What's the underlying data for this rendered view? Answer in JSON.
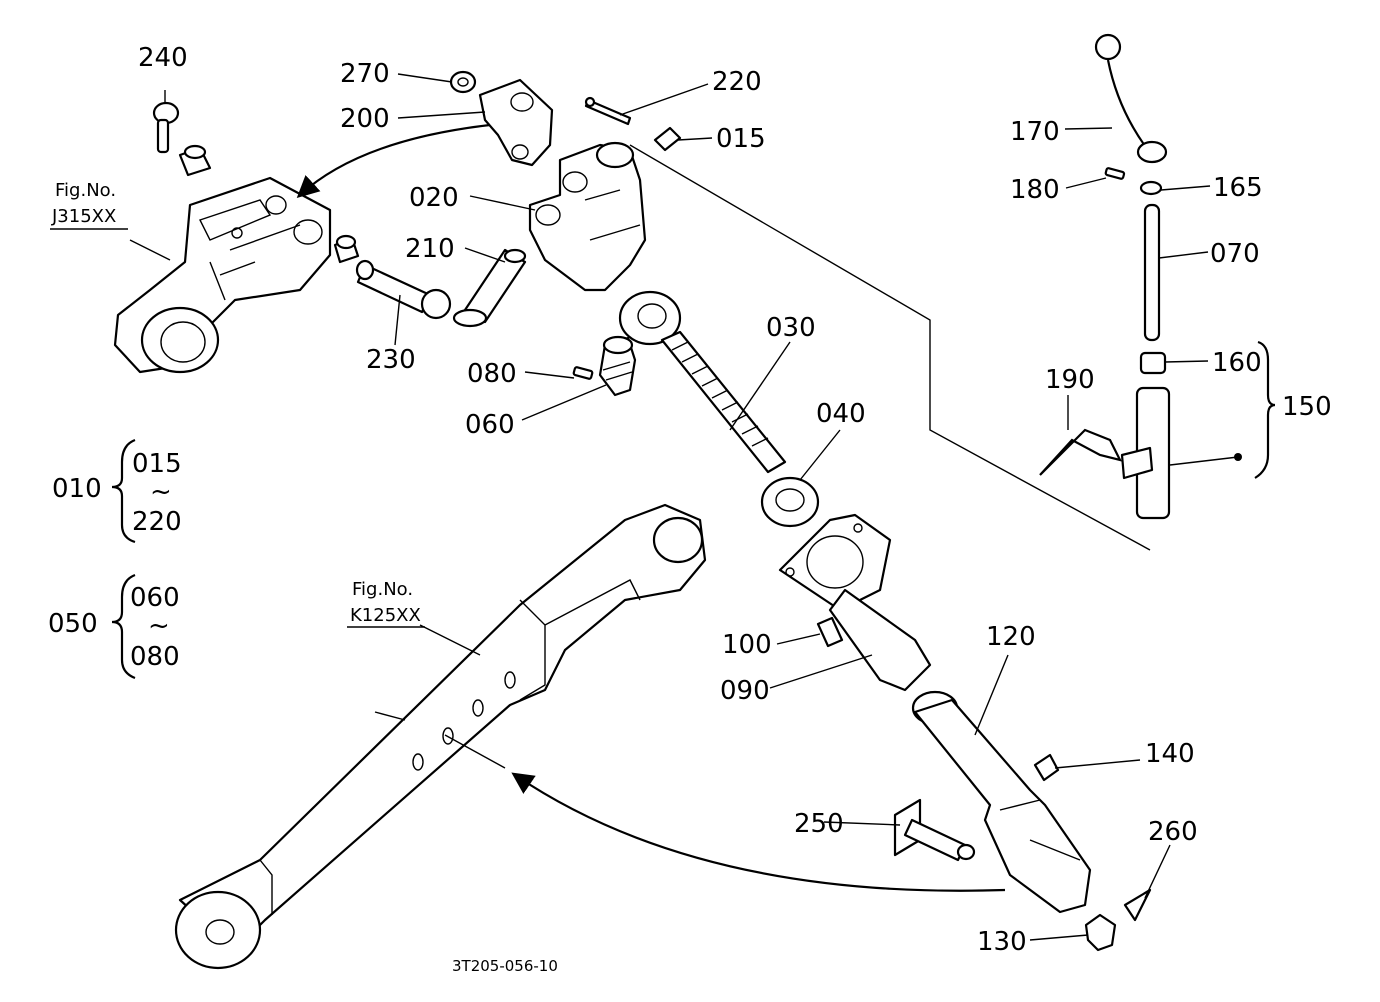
{
  "labels": {
    "p240": "240",
    "p270": "270",
    "p200": "200",
    "p220": "220",
    "p015": "015",
    "p020": "020",
    "p210": "210",
    "p230": "230",
    "p080": "080",
    "p060": "060",
    "p030": "030",
    "p040": "040",
    "p100": "100",
    "p090": "090",
    "p120": "120",
    "p140": "140",
    "p250": "250",
    "p260": "260",
    "p130": "130",
    "p170": "170",
    "p180": "180",
    "p165": "165",
    "p070": "070",
    "p160": "160",
    "p190": "190",
    "p150": "150"
  },
  "fig_refs": {
    "upper": {
      "line1": "Fig.No.",
      "line2": "J315XX"
    },
    "lower": {
      "line1": "Fig.No.",
      "line2": "K125XX"
    }
  },
  "groups": {
    "g010": {
      "parent": "010",
      "from": "015",
      "tilde": "~",
      "to": "220"
    },
    "g050": {
      "parent": "050",
      "from": "060",
      "tilde": "~",
      "to": "080"
    }
  },
  "reference_code": "3T205-056-10"
}
